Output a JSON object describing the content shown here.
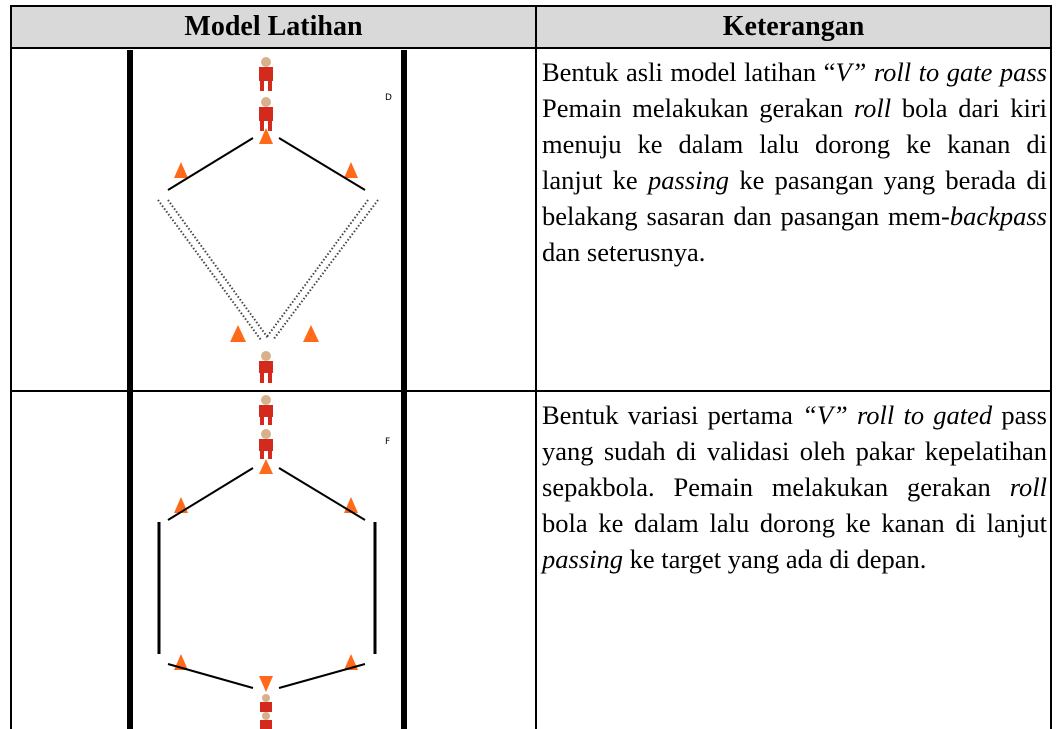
{
  "table": {
    "headers": [
      "Model Latihan",
      "Keterangan"
    ],
    "rows": [
      {
        "description": [
          {
            "t": "Bentuk asli model latihan “",
            "i": false
          },
          {
            "t": "V” roll to gate pass",
            "i": true
          },
          {
            "t": " Pemain melakukan gerakan ",
            "i": false
          },
          {
            "t": "roll",
            "i": true
          },
          {
            "t": " bola dari kiri menuju ke dalam lalu dorong ke kanan di lanjut ke ",
            "i": false
          },
          {
            "t": "passing",
            "i": true
          },
          {
            "t": " ke pasangan yang berada di belakang sasaran dan pasangan mem-",
            "i": false
          },
          {
            "t": "backpass",
            "i": true
          },
          {
            "t": " dan seterusnya.",
            "i": false
          }
        ],
        "diagram_corner_label": "D"
      },
      {
        "description": [
          {
            "t": "Bentuk variasi pertama ",
            "i": false
          },
          {
            "t": "“V” roll to gated",
            "i": true
          },
          {
            "t": " pass yang sudah di validasi oleh pakar kepelatihan sepakbola. Pemain melakukan gerakan ",
            "i": false
          },
          {
            "t": "roll",
            "i": true
          },
          {
            "t": " bola ke dalam lalu dorong ke kanan di lanjut  ",
            "i": false
          },
          {
            "t": "passing",
            "i": true
          },
          {
            "t": " ke target yang ada di depan.",
            "i": false
          }
        ],
        "diagram_corner_label": "F"
      }
    ]
  },
  "colors": {
    "header_bg": "#d9d9d9",
    "player_red": "#d42a1e",
    "cone_orange": "#ff6a1a",
    "border": "#000000"
  }
}
